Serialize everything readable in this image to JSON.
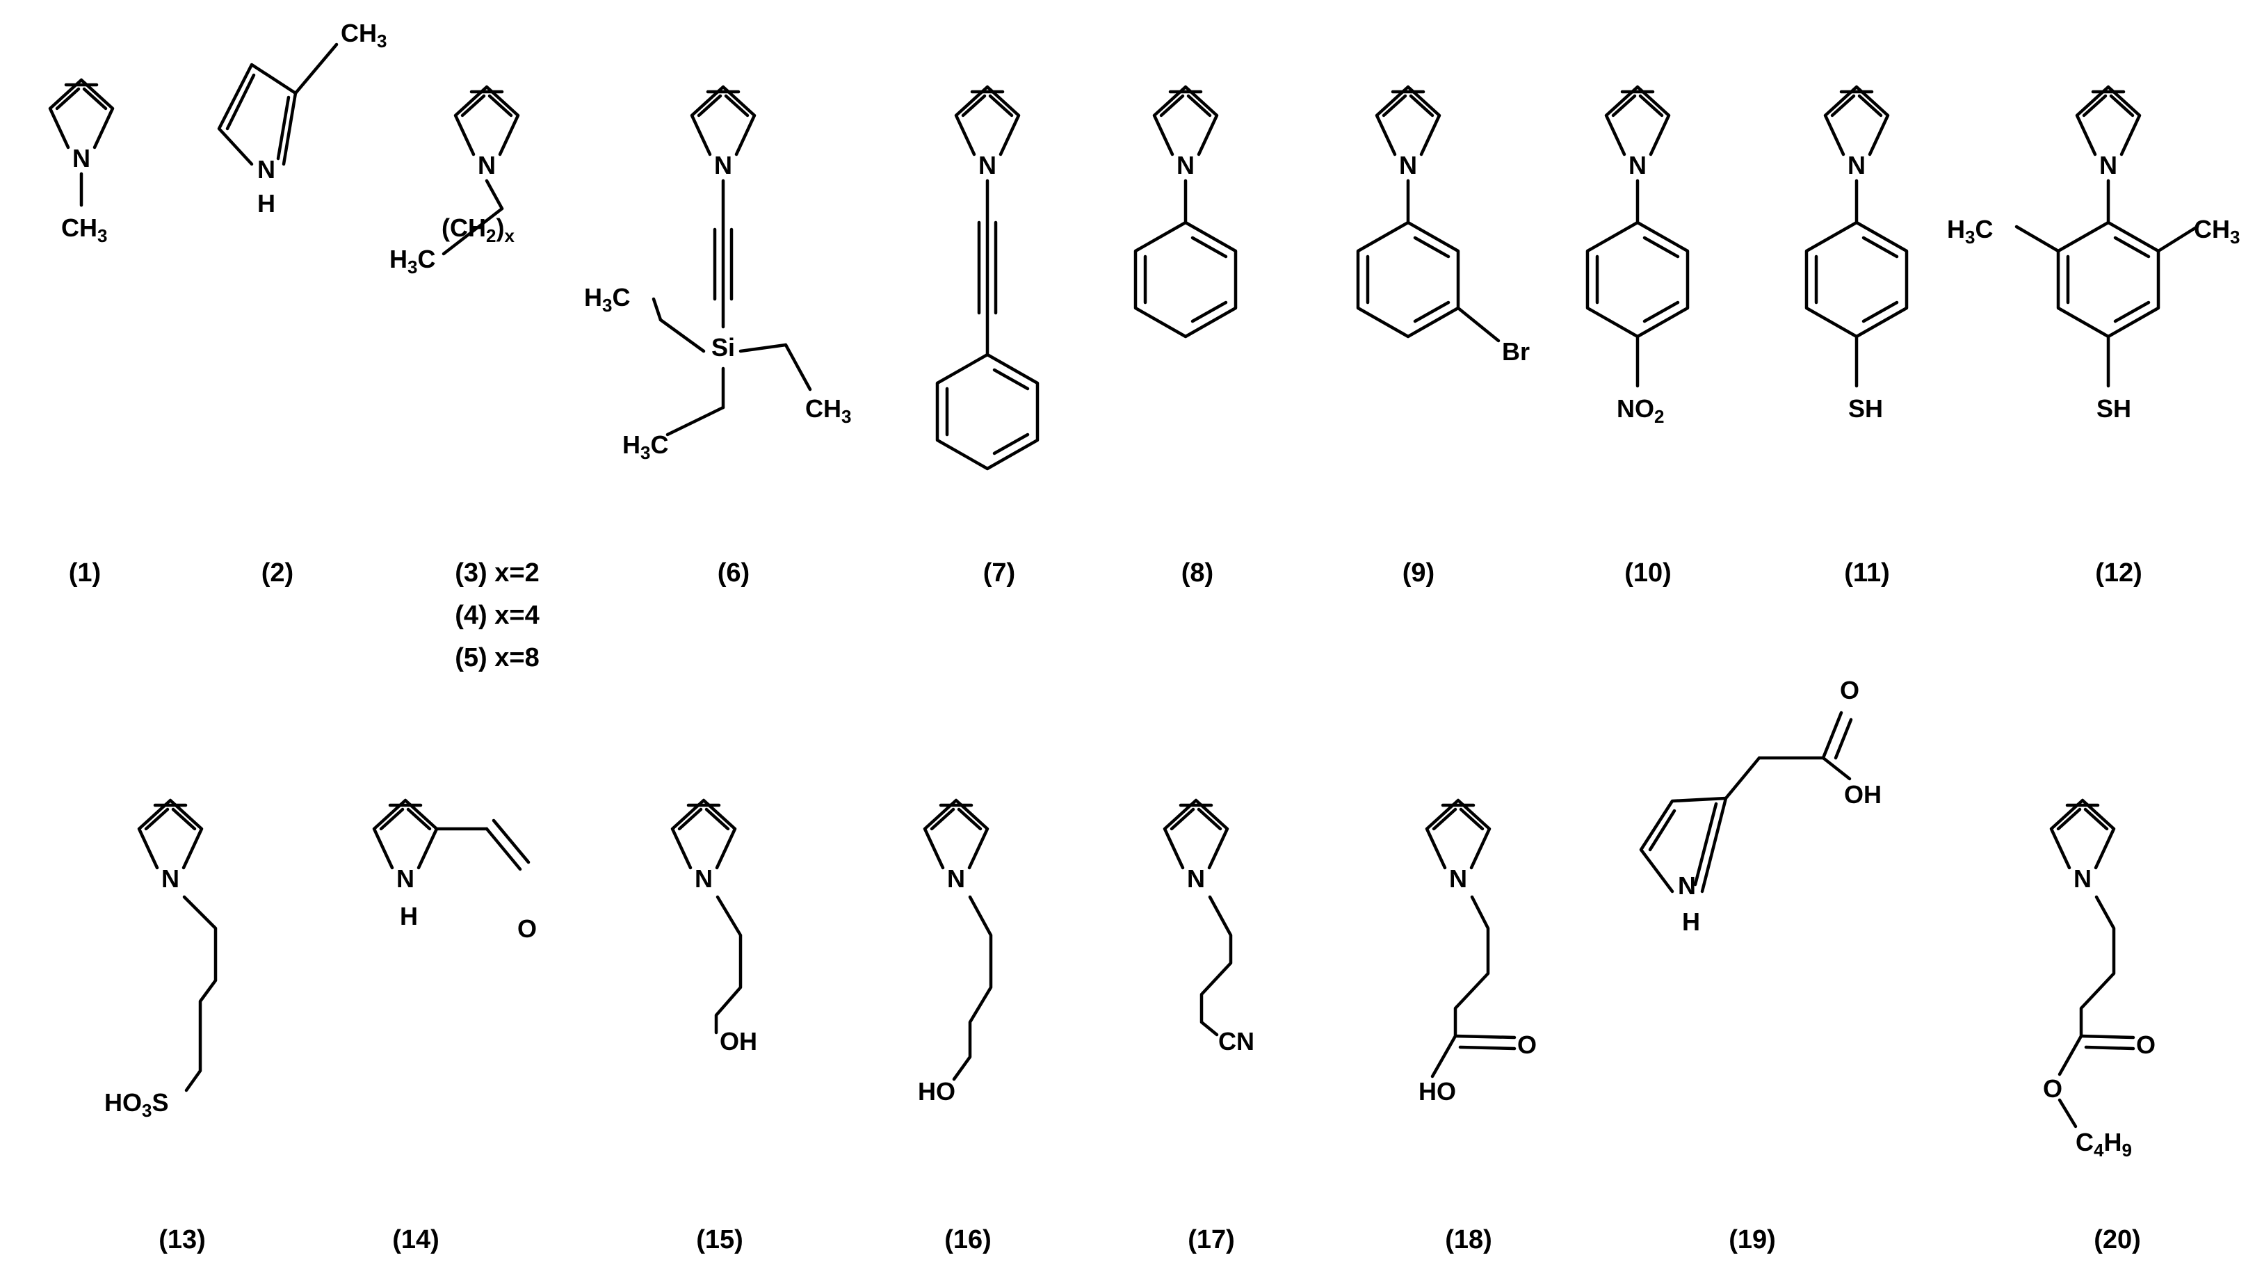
{
  "figure": {
    "compounds": [
      {
        "id": "1",
        "caption": "(1)",
        "labels": [
          "N",
          "CH",
          "3"
        ]
      },
      {
        "id": "2",
        "caption": "(2)",
        "labels": [
          "N",
          "H",
          "CH",
          "3"
        ]
      },
      {
        "id": "3",
        "caption": "(3) x=2",
        "extra_captions": [
          "(4) x=4",
          "(5) x=8"
        ],
        "labels": [
          "N",
          "H",
          "3",
          "C",
          "(CH",
          "2",
          ")",
          "x"
        ]
      },
      {
        "id": "6",
        "caption": "(6)",
        "labels": [
          "N",
          "Si",
          "H",
          "3",
          "C",
          "CH",
          "3",
          "H",
          "3",
          "C"
        ]
      },
      {
        "id": "7",
        "caption": "(7)",
        "labels": [
          "N"
        ]
      },
      {
        "id": "8",
        "caption": "(8)",
        "labels": [
          "N"
        ]
      },
      {
        "id": "9",
        "caption": "(9)",
        "labels": [
          "N",
          "Br"
        ]
      },
      {
        "id": "10",
        "caption": "(10)",
        "labels": [
          "N",
          "NO",
          "2"
        ]
      },
      {
        "id": "11",
        "caption": "(11)",
        "labels": [
          "N",
          "SH"
        ]
      },
      {
        "id": "12",
        "caption": "(12)",
        "labels": [
          "N",
          "H",
          "3",
          "C",
          "CH",
          "3",
          "SH"
        ]
      },
      {
        "id": "13",
        "caption": "(13)",
        "labels": [
          "N",
          "HO",
          "3",
          "S"
        ]
      },
      {
        "id": "14",
        "caption": "(14)",
        "labels": [
          "N",
          "H",
          "O"
        ]
      },
      {
        "id": "15",
        "caption": "(15)",
        "labels": [
          "N",
          "OH"
        ]
      },
      {
        "id": "16",
        "caption": "(16)",
        "labels": [
          "N",
          "HO"
        ]
      },
      {
        "id": "17",
        "caption": "(17)",
        "labels": [
          "N",
          "CN"
        ]
      },
      {
        "id": "18",
        "caption": "(18)",
        "labels": [
          "N",
          "HO",
          "O"
        ]
      },
      {
        "id": "19",
        "caption": "(19)",
        "labels": [
          "N",
          "H",
          "O",
          "OH"
        ]
      },
      {
        "id": "20",
        "caption": "(20)",
        "labels": [
          "N",
          "O",
          "O",
          "C",
          "4",
          "H",
          "9"
        ]
      }
    ]
  }
}
